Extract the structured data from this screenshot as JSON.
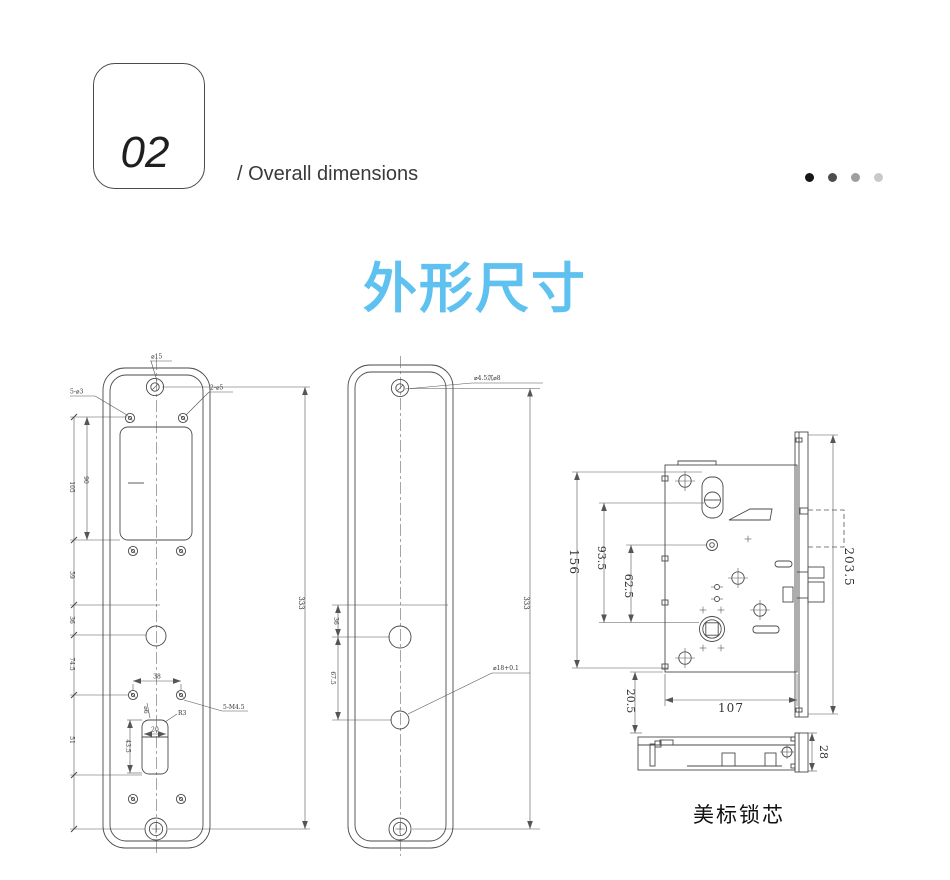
{
  "header": {
    "badge_number": "02",
    "section_title": "/ Overall dimensions",
    "dot_colors": [
      "#161616",
      "#4e4e4e",
      "#9e9e9e",
      "#c9c9c9"
    ]
  },
  "title": "外形尺寸",
  "front_panel": {
    "top_screw": "⌀15",
    "left_screws": "5-⌀3",
    "right_screws": "2-⌀5",
    "dim_105": "105",
    "dim_90": "90",
    "dim_59": "59",
    "dim_36": "36",
    "dim_74_5": "74.5",
    "dim_51": "51",
    "screw_span": "38",
    "keyhole_width": "20",
    "keyhole_height": "43.5",
    "keyhole_radius": "R3",
    "keyhole_hole": "⌀6",
    "mount_screws": "5-M4.5",
    "overall_height": "333"
  },
  "back_panel": {
    "top_screw": "⌀4.5沉⌀8",
    "dim_36": "36",
    "dim_67_5": "67.5",
    "lower_hole": "⌀18+0.1",
    "overall_height": "333"
  },
  "lock_body": {
    "body_height": "156",
    "cylinder_to_spindle": "93.5",
    "hub_to_spindle": "62.5",
    "faceplate_height": "203.5",
    "body_width": "107",
    "bottom_offset": "20.5"
  },
  "top_view": {
    "faceplate_width": "28",
    "caption": "美标锁芯"
  }
}
